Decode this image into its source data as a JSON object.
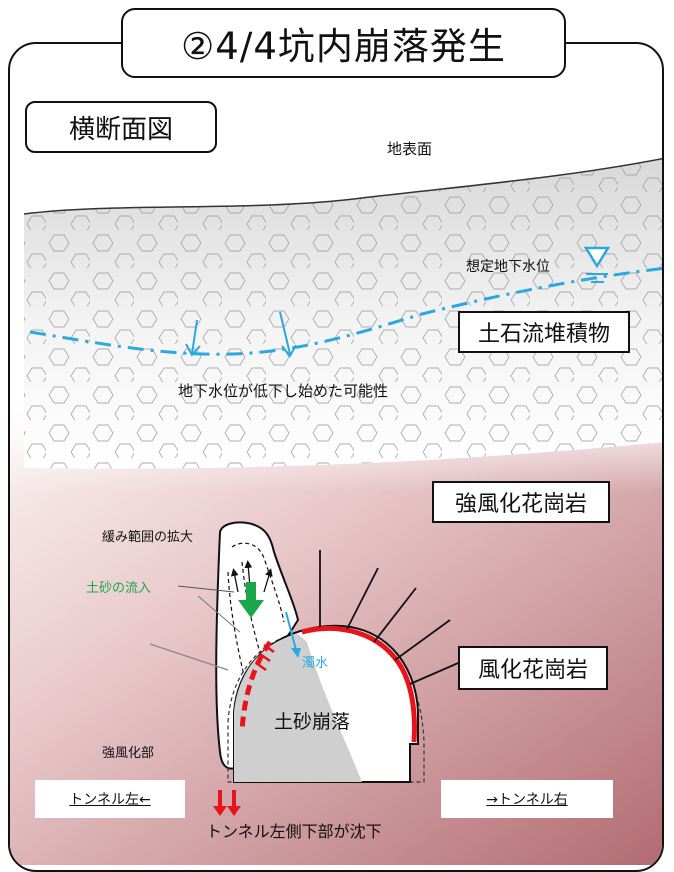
{
  "title": "②4/4坑内崩落発生",
  "section_label": "横断面図",
  "labels": {
    "ground_surface": "地表面",
    "assumed_water_level": "想定地下水位",
    "debris_deposit": "土石流堆積物",
    "water_drop_possibility": "地下水位が低下し始めた可能性",
    "strongly_weathered_granite": "強風化花崗岩",
    "loosening_expansion": "緩み範囲の拡大",
    "soil_inflow": "土砂の流入",
    "water_leak": "濁水",
    "weathered_granite": "風化花崗岩",
    "soil_collapse": "土砂崩落",
    "strongly_weathered_zone": "強風化部",
    "tunnel_left": "トンネル左←",
    "tunnel_right": "→トンネル右",
    "left_settlement": "トンネル左側下部が沈下"
  },
  "colors": {
    "water_line": "#29a9e0",
    "lining_red": "#e8141b",
    "inflow_green": "#1aa64a",
    "granite_red": "#b97a7e"
  }
}
